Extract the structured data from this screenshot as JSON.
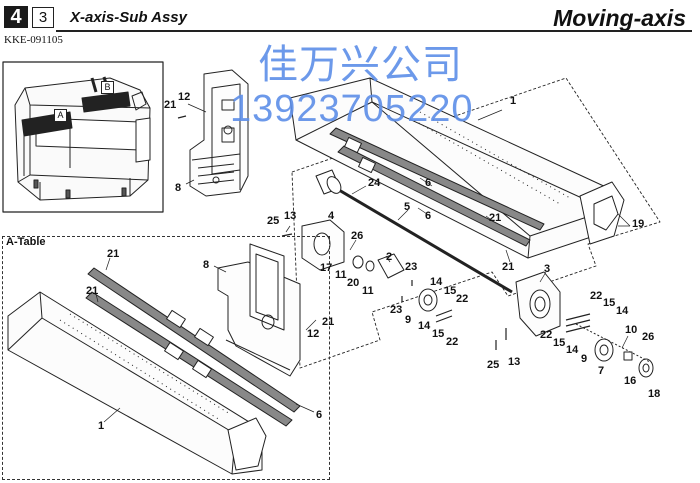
{
  "header": {
    "chapter_number": "4",
    "section_number": "3",
    "assembly_title": "X-axis-Sub Assy",
    "section_title": "Moving-axis",
    "document_code": "KKE-091105"
  },
  "watermark": {
    "company": "佳万兴公司",
    "phone": "13923705220"
  },
  "overview": {
    "tag_a": "A",
    "tag_b": "B"
  },
  "detail": {
    "title": "A-Table"
  },
  "callouts": [
    {
      "id": "c21a",
      "label": "21"
    },
    {
      "id": "c12a",
      "label": "12"
    },
    {
      "id": "c1a",
      "label": "1"
    },
    {
      "id": "c8a",
      "label": "8"
    },
    {
      "id": "c24",
      "label": "24"
    },
    {
      "id": "c6a",
      "label": "6"
    },
    {
      "id": "c6b",
      "label": "6"
    },
    {
      "id": "c21b",
      "label": "21"
    },
    {
      "id": "c19",
      "label": "19"
    },
    {
      "id": "c5",
      "label": "5"
    },
    {
      "id": "c25a",
      "label": "25"
    },
    {
      "id": "c13a",
      "label": "13"
    },
    {
      "id": "c4",
      "label": "4"
    },
    {
      "id": "c26a",
      "label": "26"
    },
    {
      "id": "c21c",
      "label": "21"
    },
    {
      "id": "c17",
      "label": "17"
    },
    {
      "id": "c11a",
      "label": "11"
    },
    {
      "id": "c20",
      "label": "20"
    },
    {
      "id": "c11b",
      "label": "11"
    },
    {
      "id": "c2",
      "label": "2"
    },
    {
      "id": "c23a",
      "label": "23"
    },
    {
      "id": "c3",
      "label": "3"
    },
    {
      "id": "c14a",
      "label": "14"
    },
    {
      "id": "c15a",
      "label": "15"
    },
    {
      "id": "c22a",
      "label": "22"
    },
    {
      "id": "c9a",
      "label": "9"
    },
    {
      "id": "c23b",
      "label": "23"
    },
    {
      "id": "c14b",
      "label": "14"
    },
    {
      "id": "c15b",
      "label": "15"
    },
    {
      "id": "c22b",
      "label": "22"
    },
    {
      "id": "c22c",
      "label": "22"
    },
    {
      "id": "c15c",
      "label": "15"
    },
    {
      "id": "c14c",
      "label": "14"
    },
    {
      "id": "c22d",
      "label": "22"
    },
    {
      "id": "c15d",
      "label": "15"
    },
    {
      "id": "c14d",
      "label": "14"
    },
    {
      "id": "c9b",
      "label": "9"
    },
    {
      "id": "c10",
      "label": "10"
    },
    {
      "id": "c26b",
      "label": "26"
    },
    {
      "id": "c7",
      "label": "7"
    },
    {
      "id": "c16",
      "label": "16"
    },
    {
      "id": "c18",
      "label": "18"
    },
    {
      "id": "c25b",
      "label": "25"
    },
    {
      "id": "c13b",
      "label": "13"
    },
    {
      "id": "c21d",
      "label": "21"
    },
    {
      "id": "c21e",
      "label": "21"
    },
    {
      "id": "c8b",
      "label": "8"
    },
    {
      "id": "c21f",
      "label": "21"
    },
    {
      "id": "c12b",
      "label": "12"
    },
    {
      "id": "c6c",
      "label": "6"
    },
    {
      "id": "c1b",
      "label": "1"
    }
  ]
}
